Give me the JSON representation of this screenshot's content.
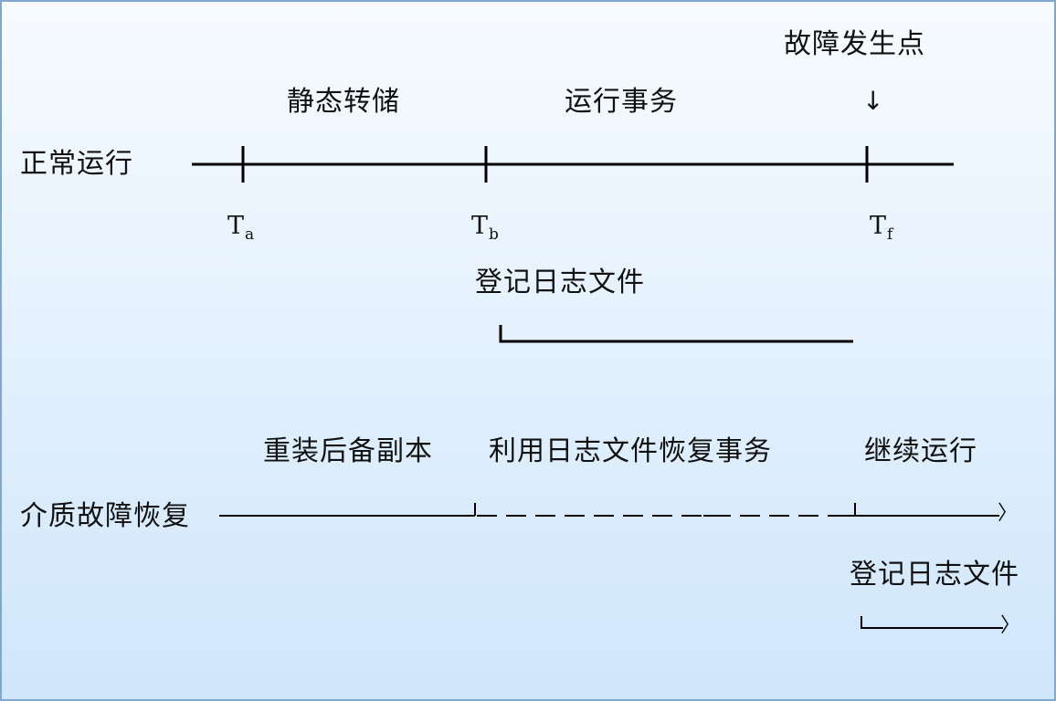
{
  "diagram": {
    "normal_run": {
      "row_label": "正常运行",
      "phase_labels": {
        "static_dump": "静态转储",
        "run_transactions": "运行事务",
        "fault_point": "故障发生点"
      },
      "fault_arrow": "↓",
      "ticks": [
        {
          "main": "T",
          "sub": "a"
        },
        {
          "main": "T",
          "sub": "b"
        },
        {
          "main": "T",
          "sub": "f"
        }
      ],
      "log_label": "登记日志文件"
    },
    "media_recovery": {
      "row_label": "介质故障恢复",
      "phase_labels": {
        "reload_backup": "重装后备副本",
        "recover_with_log": "利用日志文件恢复事务",
        "continue_run": "继续运行"
      },
      "arrow_end": "〉",
      "log_label": "登记日志文件",
      "log_arrow_end": "〉"
    }
  }
}
